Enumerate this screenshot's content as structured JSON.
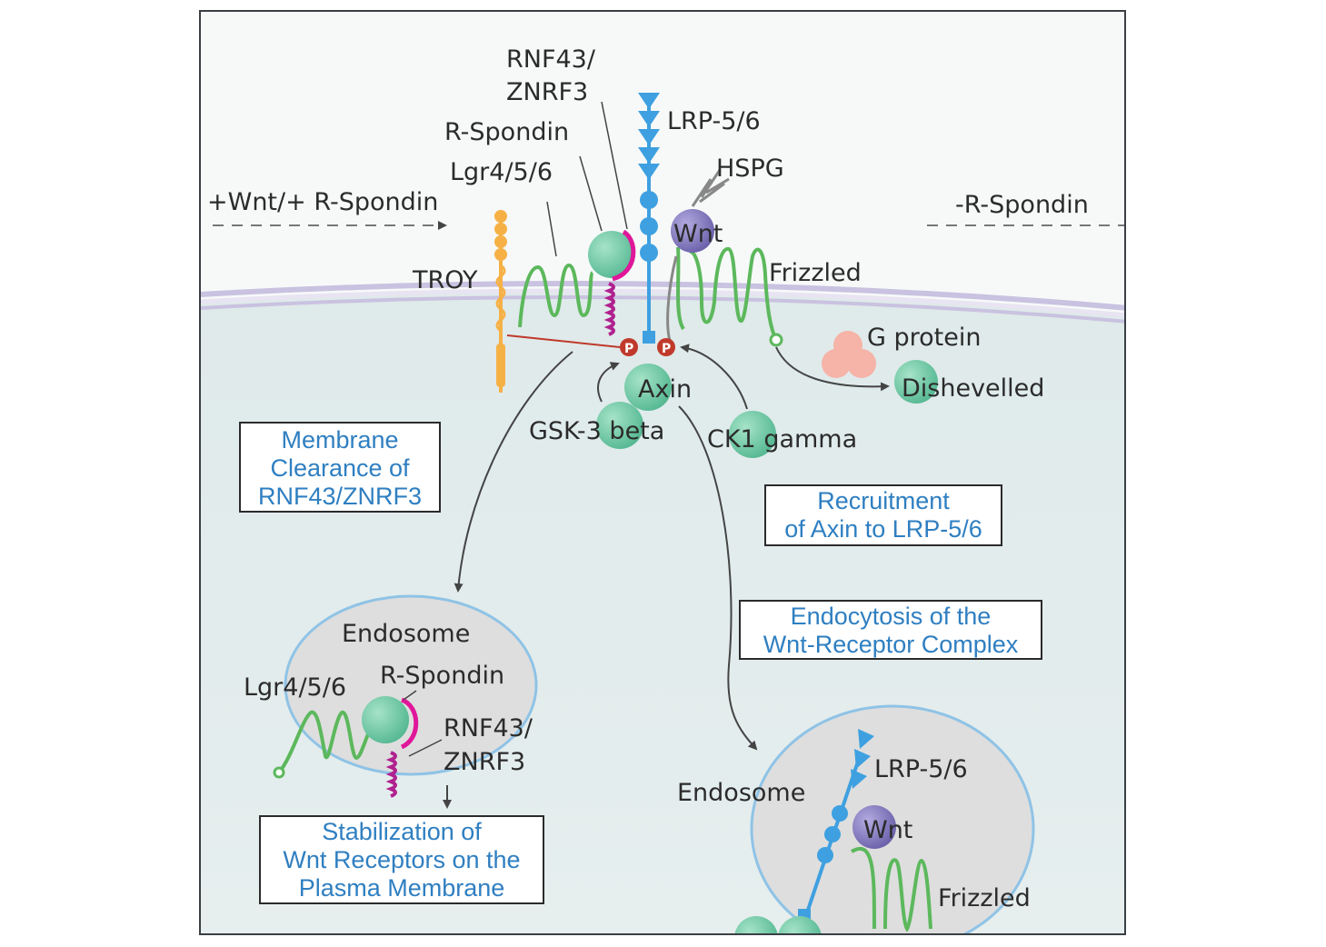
{
  "labels": {
    "rnf43_top_1": "RNF43/",
    "rnf43_top_2": "ZNRF3",
    "rspondin_top": "R-Spondin",
    "lgr_top": "Lgr4/5/6",
    "lrp_top": "LRP-5/6",
    "hspg": "HSPG",
    "wnt_rspondin_condition": "+Wnt/+ R-Spondin",
    "minus_rspondin_condition": "-R-Spondin",
    "wnt_top": "Wnt",
    "frizzled_top": "Frizzled",
    "troy": "TROY",
    "g_protein": "G protein",
    "dishevelled": "Dishevelled",
    "axin": "Axin",
    "gsk3": "GSK-3 beta",
    "ck1": "CK1 gamma",
    "phospho": "P",
    "endosome_left": "Endosome",
    "lgr_left": "Lgr4/5/6",
    "rspondin_left": "R-Spondin",
    "rnf43_left_1": "RNF43/",
    "rnf43_left_2": "ZNRF3",
    "endosome_right": "Endosome",
    "lrp_right": "LRP-5/6",
    "wnt_right": "Wnt",
    "frizzled_right": "Frizzled"
  },
  "boxes": {
    "membrane_clearance": [
      "Membrane",
      "Clearance of",
      "RNF43/ZNRF3"
    ],
    "recruitment": [
      "Recruitment",
      "of Axin to LRP-5/6"
    ],
    "endocytosis": [
      "Endocytosis of the",
      "Wnt-Receptor Complex"
    ],
    "stabilization": [
      "Stabilization of",
      "Wnt Receptors on the",
      "Plasma Membrane"
    ]
  },
  "colors": {
    "box_text": "#2f7fc1",
    "frizzled_green": "#5cb85c",
    "lrp_blue": "#3ea0e0",
    "wnt_purple": "#7b72b8",
    "protein_teal": "#6cc6a4",
    "rnf43_magenta": "#e0179a",
    "troy_orange": "#f6b146",
    "gprotein_pink": "#f6b3a8",
    "phospho_red": "#c0392b"
  }
}
